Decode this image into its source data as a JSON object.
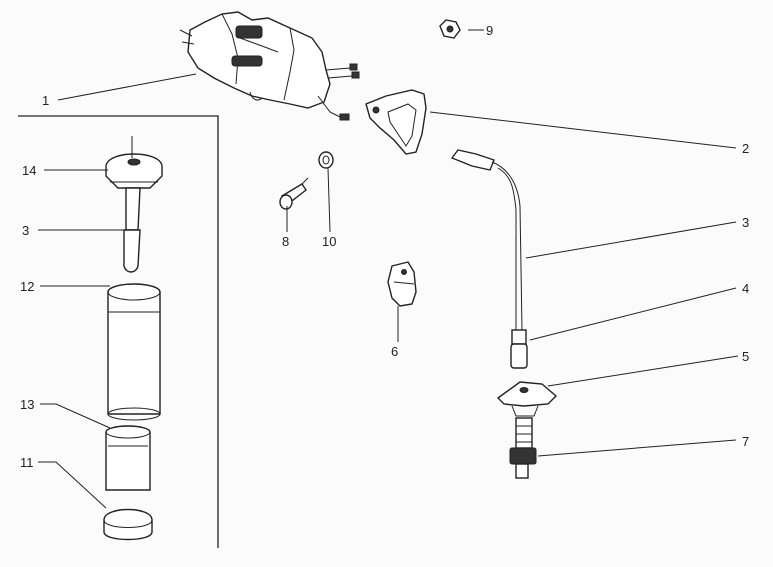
{
  "callouts": {
    "n1": "1",
    "n2": "2",
    "n3_right": "3",
    "n4": "4",
    "n5": "5",
    "n6": "6",
    "n7": "7",
    "n8": "8",
    "n9": "9",
    "n10": "10",
    "n3_left": "3",
    "n11": "11",
    "n12": "12",
    "n13": "13",
    "n14": "14"
  },
  "colors": {
    "ink": "#222222",
    "paper": "#fbfbfb"
  },
  "icons": [
    "ignition-coil-icon",
    "mounting-bracket-icon",
    "spark-plug-cable-icon",
    "spark-plug-connector-icon",
    "plug-cap-icon",
    "spark-plug-icon",
    "cable-clip-icon",
    "screw-icon",
    "washer-icon",
    "nut-icon",
    "cap-icon",
    "cylinder-sleeve-icon",
    "cup-icon",
    "dome-cover-icon"
  ]
}
